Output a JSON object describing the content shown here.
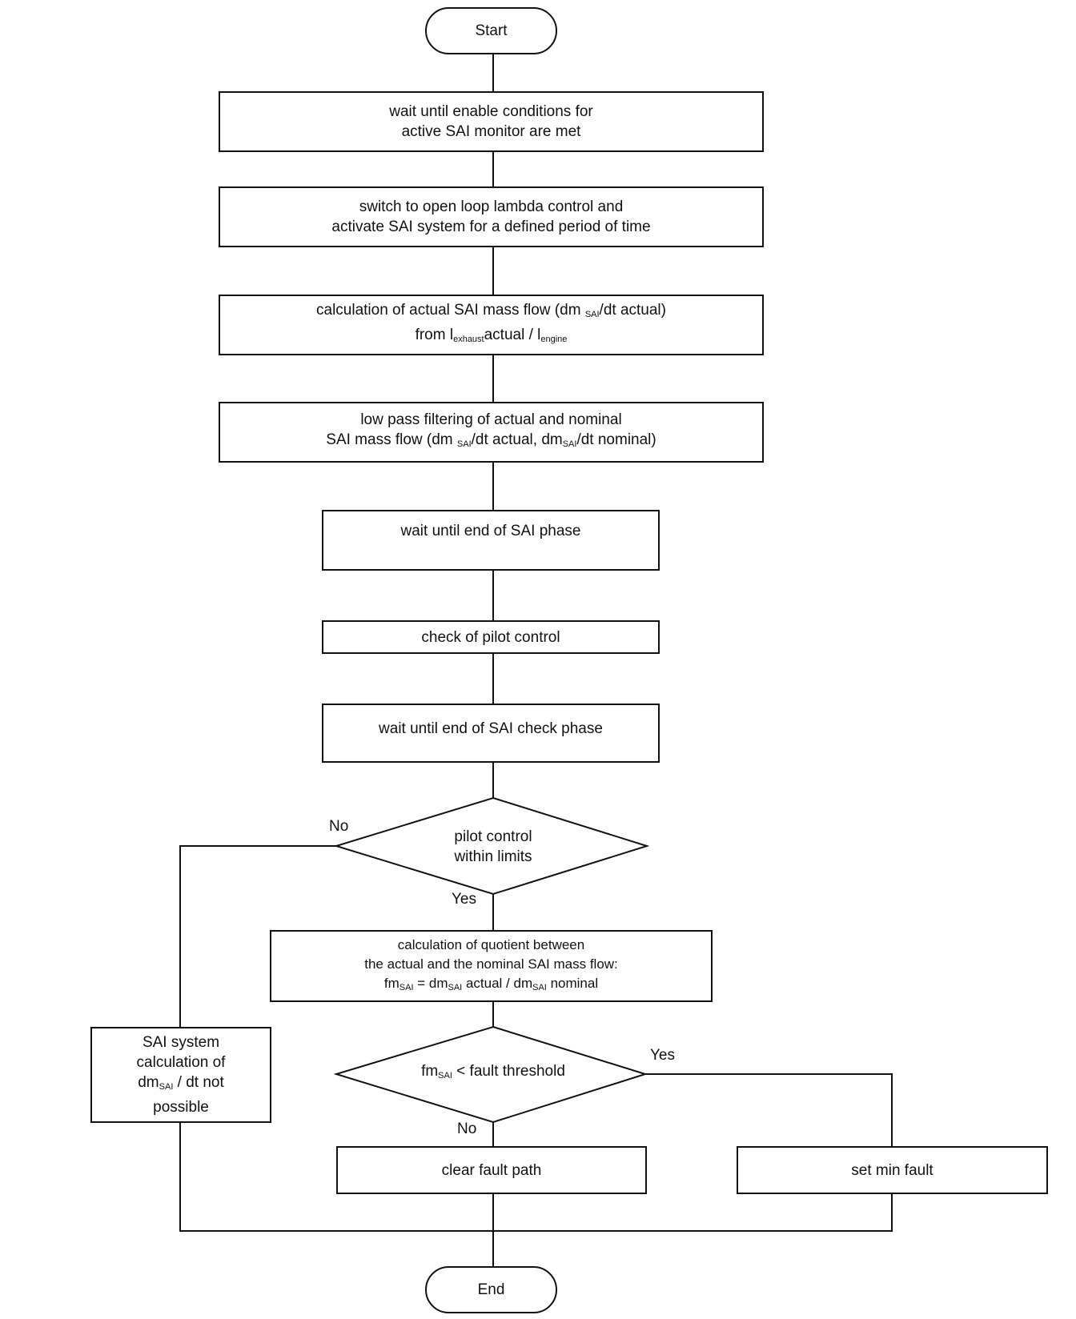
{
  "nodes": {
    "start": "Start",
    "wait_enable": [
      "wait until enable conditions for",
      "active SAI monitor are met"
    ],
    "open_loop": [
      "switch to open loop lambda control and",
      "activate SAI system for a defined period of time"
    ],
    "calc_actual": {
      "l1": "calculation of actual SAI mass flow (dm ",
      "l1_sub": "SAI",
      "l1_end": "/dt actual)",
      "l2a": "from l",
      "l2_sub1": "exhaust",
      "l2b": "actual / l",
      "l2_sub2": "engine"
    },
    "low_pass": {
      "l1": "low pass filtering of actual and nominal",
      "l2a": "SAI mass flow (dm ",
      "l2_sub1": "SAI",
      "l2b": "/dt actual, dm",
      "l2_sub2": "SAI",
      "l2c": "/dt nominal)"
    },
    "wait_sai_phase": "wait until end of SAI phase",
    "check_pilot": "check of pilot control",
    "wait_check_phase": "wait until end of SAI check phase",
    "decision_pilot": [
      "pilot control",
      "within limits"
    ],
    "calc_quotient": {
      "l1": "calculation of quotient between",
      "l2": "the actual and the nominal SAI mass flow:",
      "l3a": "fm",
      "l3_sub1": "SAI",
      "l3b": " = dm",
      "l3_sub2": "SAI",
      "l3c": " actual / dm",
      "l3_sub3": "SAI",
      "l3d": " nominal"
    },
    "decision_fault": {
      "a": "fm",
      "sub": "SAI",
      "b": " < fault threshold"
    },
    "sai_not_possible": {
      "l1": "SAI system",
      "l2": "calculation of",
      "l3a": "dm",
      "l3_sub": "SAI",
      "l3b": " / dt not",
      "l4": "possible"
    },
    "clear_fault": "clear fault path",
    "set_min_fault": "set min fault",
    "end": "End"
  },
  "edge_labels": {
    "pilot_no": "No",
    "pilot_yes": "Yes",
    "fault_yes": "Yes",
    "fault_no": "No"
  }
}
